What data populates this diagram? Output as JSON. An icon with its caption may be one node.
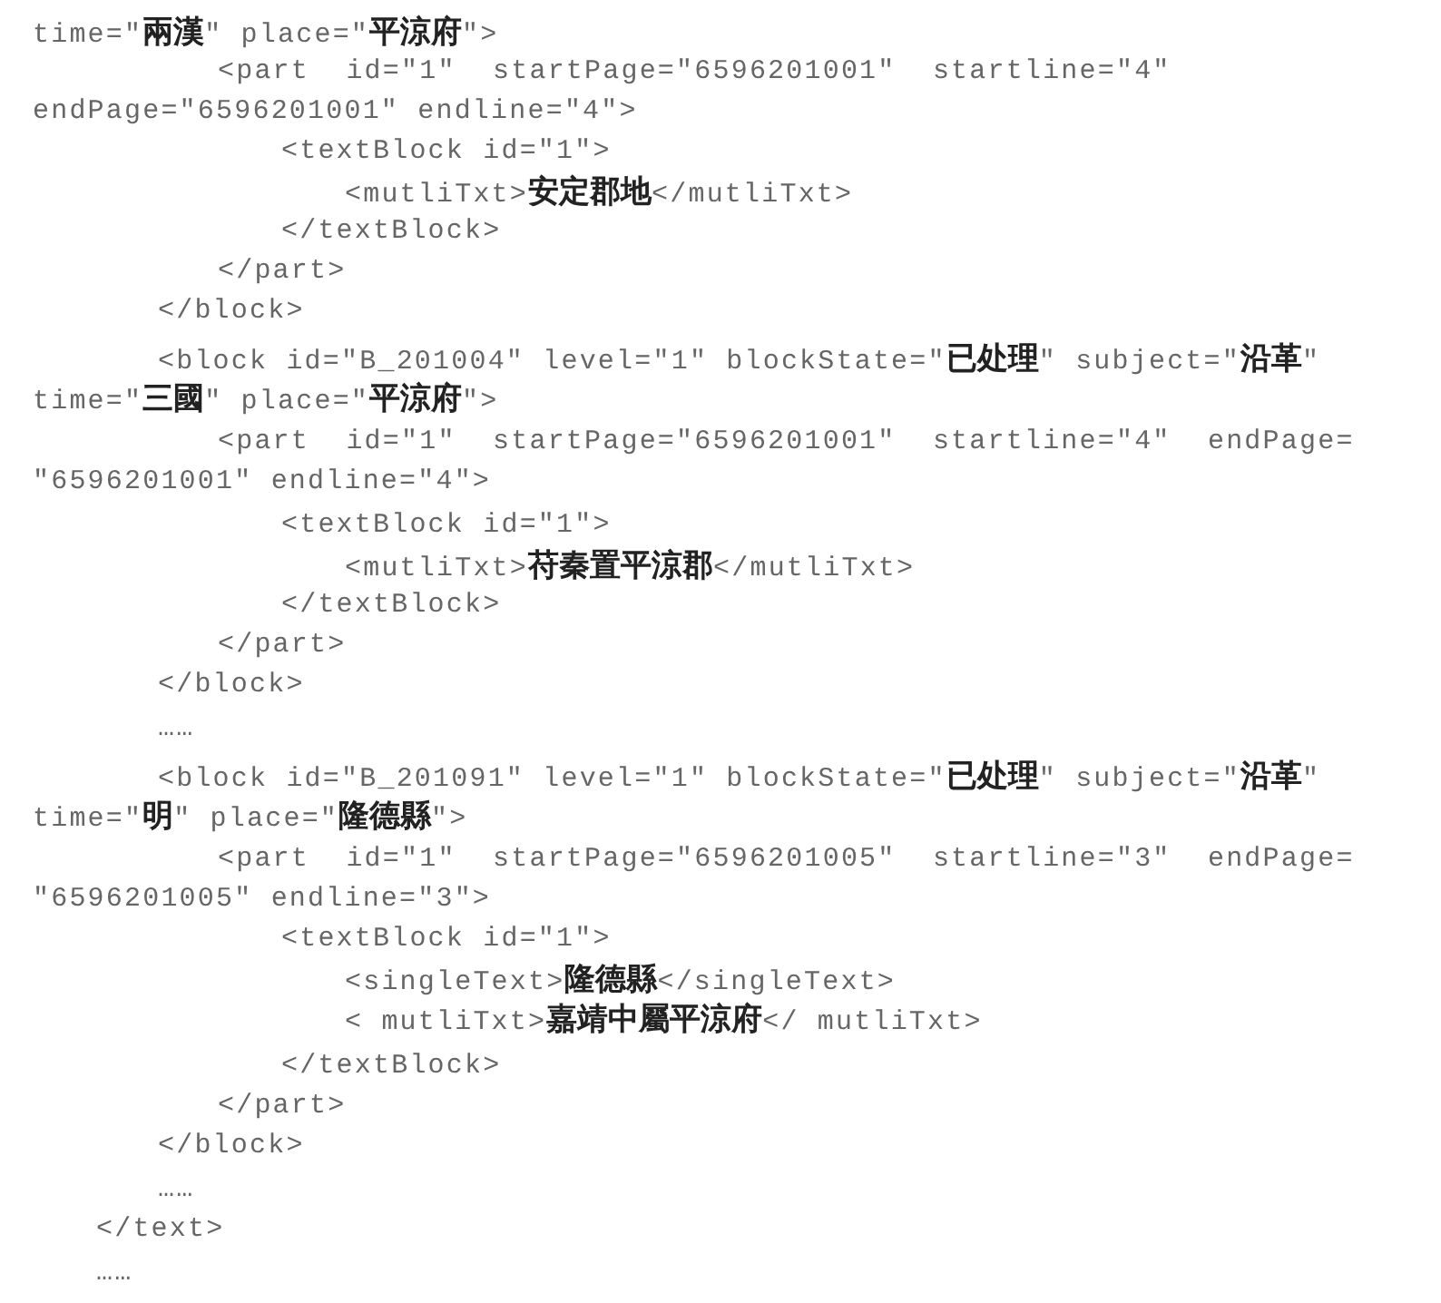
{
  "diagram": {
    "labels": [
      "time=″**兩漢**″ place=″**平涼府**″>",
      "<part  id=″1″  startPage=″6596201001″  startline=″4″",
      "endPage=″6596201001″ endline=″4″>",
      "<textBlock id=″1″>",
      "<mutliTxt>**安定郡地**</mutliTxt>",
      "</textBlock>",
      "</part>",
      "</block>",
      "<block id=″B_201004″ level=″1″ blockState=″**已处理**″ subject=″**沿革**″",
      "time=″**三國**″ place=″**平涼府**″>",
      "<part  id=″1″  startPage=″6596201001″  startline=″4″  endPage=",
      "″6596201001″ endline=″4″>",
      "<textBlock id=″1″>",
      "<mutliTxt>**苻秦置平涼郡**</mutliTxt>",
      "</textBlock>",
      "</part>",
      "</block>",
      "……",
      "<block id=″B_201091″ level=″1″ blockState=″**已处理**″ subject=″**沿革**″",
      "time=″**明**″ place=″**隆德縣**″>",
      "<part  id=″1″  startPage=″6596201005″  startline=″3″  endPage=",
      "″6596201005″ endline=″3″>",
      "<textBlock id=″1″>",
      "<singleText>**隆德縣**</singleText>",
      "< mutliTxt>**嘉靖中屬平涼府**</ mutliTxt>",
      "</textBlock>",
      "</part>",
      "</block>",
      "……",
      "</text>",
      "……"
    ]
  }
}
